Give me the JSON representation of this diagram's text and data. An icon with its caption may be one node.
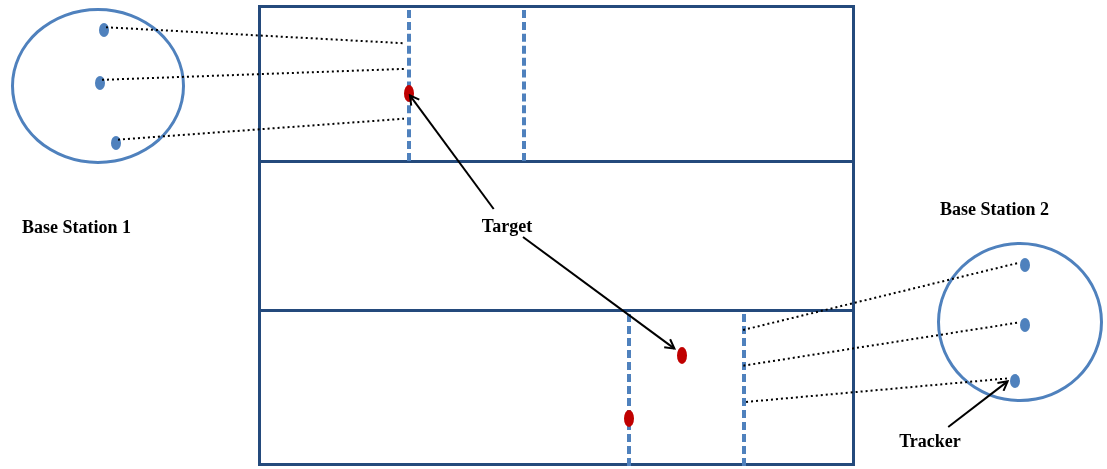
{
  "diagram": {
    "nodes": [
      {
        "text": [],
        "shape": "circle",
        "beside": [
          "Base Station 1"
        ]
      },
      {
        "text": [],
        "shape": "circle",
        "in": 0
      },
      {
        "text": [],
        "shape": "circle",
        "in": 0
      },
      {
        "text": [],
        "shape": "circle",
        "in": 0
      },
      {
        "text": [],
        "shape": "box"
      },
      {
        "text": [],
        "shape": "bar",
        "in": 4
      },
      {
        "text": [],
        "shape": "bar",
        "in": 4
      },
      {
        "text": [],
        "shape": "bar",
        "in": 4
      },
      {
        "text": [],
        "shape": "bar",
        "in": 4
      },
      {
        "text": [],
        "shape": "circle",
        "in": 4
      },
      {
        "text": [],
        "shape": "circle",
        "in": 4
      },
      {
        "text": [],
        "shape": "circle",
        "in": 4
      },
      {
        "text": [
          "Target"
        ],
        "in": 4
      },
      {
        "text": [],
        "shape": "circle",
        "beside": [
          "Base Station 2"
        ]
      },
      {
        "text": [],
        "shape": "circle",
        "in": 13
      },
      {
        "text": [],
        "shape": "circle",
        "in": 13
      },
      {
        "text": [],
        "shape": "circle",
        "in": 13
      },
      {
        "text": [
          "Tracker"
        ]
      }
    ],
    "edges": [
      {
        "from": 1,
        "to": 5,
        "arrow": "none",
        "style": "dashed"
      },
      {
        "from": 2,
        "to": 5,
        "arrow": "none",
        "style": "dashed"
      },
      {
        "from": 3,
        "to": 5,
        "arrow": "none",
        "style": "dashed"
      },
      {
        "from": 14,
        "to": 8,
        "arrow": "none",
        "style": "dashed"
      },
      {
        "from": 15,
        "to": 8,
        "arrow": "none",
        "style": "dashed"
      },
      {
        "from": 16,
        "to": 8,
        "arrow": "none",
        "style": "dashed"
      },
      {
        "from": 12,
        "to": 9,
        "arrow": "to"
      },
      {
        "from": 12,
        "to": 10,
        "arrow": "to"
      },
      {
        "from": 17,
        "to": 16,
        "arrow": "to"
      }
    ]
  }
}
